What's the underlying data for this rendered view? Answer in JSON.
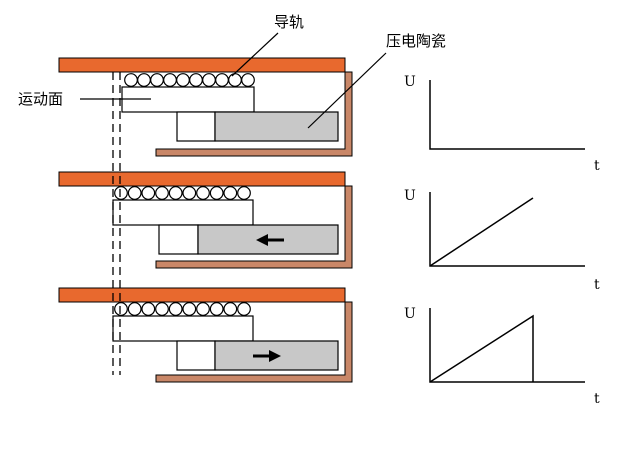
{
  "labels": {
    "guide_rail": "导轨",
    "piezo_ceramic": "压电陶瓷",
    "moving_surface": "运动面"
  },
  "stages": [
    {
      "arrow": "none",
      "graph": "flat"
    },
    {
      "arrow": "left",
      "graph": "ramp"
    },
    {
      "arrow": "right",
      "graph": "sawtooth"
    }
  ],
  "axes": {
    "y_label": "U",
    "x_label": "t"
  },
  "colors": {
    "rail": "#e8692e",
    "frame": "#c98768",
    "piezo": "#c8c8c8",
    "outline": "#000000"
  }
}
